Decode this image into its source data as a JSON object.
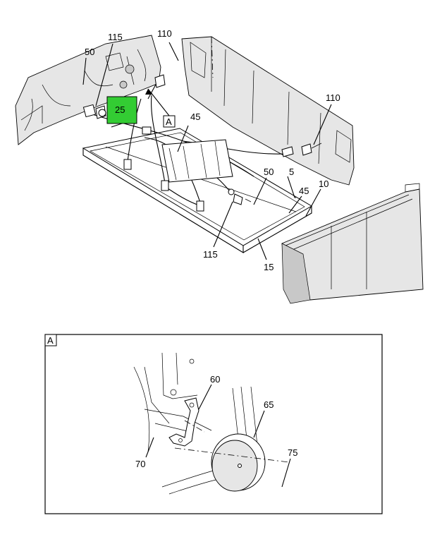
{
  "callouts": {
    "c115_top": "115",
    "c110_top": "110",
    "c50_left": "50",
    "c25": "25",
    "c_view_ref": "A",
    "c45_top": "45",
    "c110_right": "110",
    "c50_mid": "50",
    "c5": "5",
    "c45_mid": "45",
    "c10": "10",
    "c115_bottom": "115",
    "c15": "15"
  },
  "detail": {
    "label": "A",
    "c60": "60",
    "c65": "65",
    "c70": "70",
    "c75": "75"
  },
  "highlight_color": "#33cc33"
}
